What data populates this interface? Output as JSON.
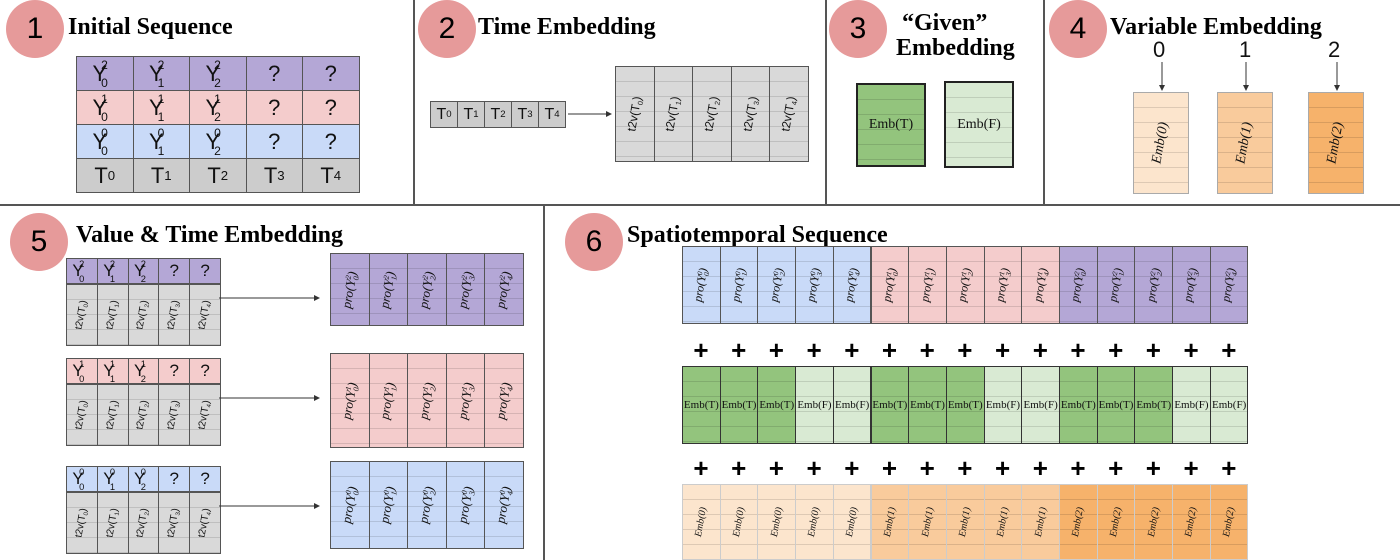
{
  "panels": {
    "p1": {
      "num": "1",
      "title": "Initial Sequence"
    },
    "p2": {
      "num": "2",
      "title": "Time Embedding"
    },
    "p3": {
      "num": "3",
      "title_line1": "“Given”",
      "title_line2": "Embedding"
    },
    "p4": {
      "num": "4",
      "title": "Variable Embedding"
    },
    "p5": {
      "num": "5",
      "title": "Value & Time Embedding"
    },
    "p6": {
      "num": "6",
      "title": "Spatiotemporal Sequence"
    }
  },
  "initial_sequence": {
    "rows": [
      {
        "var": "2",
        "color": "#b4a7d6",
        "cells": [
          "Y_0^2",
          "Y_1^2",
          "Y_2^2",
          "?",
          "?"
        ]
      },
      {
        "var": "1",
        "color": "#f4cccc",
        "cells": [
          "Y_0^1",
          "Y_1^1",
          "Y_2^1",
          "?",
          "?"
        ]
      },
      {
        "var": "0",
        "color": "#c9daf8",
        "cells": [
          "Y_0^0",
          "Y_1^0",
          "Y_2^0",
          "?",
          "?"
        ]
      },
      {
        "var": "T",
        "color": "#cccccc",
        "cells": [
          "T_0",
          "T_1",
          "T_2",
          "T_3",
          "T_4"
        ]
      }
    ],
    "question": "?"
  },
  "time_embedding": {
    "inputs": [
      "T_0",
      "T_1",
      "T_2",
      "T_3",
      "T_4"
    ],
    "outputs": [
      "t2v(T_0)",
      "t2v(T_1)",
      "t2v(T_2)",
      "t2v(T_3)",
      "t2v(T_4)"
    ]
  },
  "given_embedding": {
    "boxes": [
      {
        "label": "Emb(T)",
        "color": "#93c47d"
      },
      {
        "label": "Emb(F)",
        "color": "#d9ead3"
      }
    ]
  },
  "variable_embedding": {
    "indices": [
      "0",
      "1",
      "2"
    ],
    "boxes": [
      {
        "label": "Emb(0)",
        "color": "#fce5cd"
      },
      {
        "label": "Emb(1)",
        "color": "#f9cb9c"
      },
      {
        "label": "Emb(2)",
        "color": "#f6b26b"
      }
    ]
  },
  "value_time_embedding": {
    "groups": [
      {
        "var": "2",
        "color": "#b4a7d6",
        "ycells": [
          "Y_0^2",
          "Y_1^2",
          "Y_2^2",
          "?",
          "?"
        ],
        "outputs": [
          "pro(Y_0^2)",
          "pro(Y_1^2)",
          "pro(Y_2^2)",
          "pro(Y_3^2)",
          "pro(Y_4^2)"
        ]
      },
      {
        "var": "1",
        "color": "#f4cccc",
        "ycells": [
          "Y_0^1",
          "Y_1^1",
          "Y_2^1",
          "?",
          "?"
        ],
        "outputs": [
          "pro(Y_0^1)",
          "pro(Y_1^1)",
          "pro(Y_2^1)",
          "pro(Y_3^1)",
          "pro(Y_4^1)"
        ]
      },
      {
        "var": "0",
        "color": "#c9daf8",
        "ycells": [
          "Y_0^0",
          "Y_1^0",
          "Y_2^0",
          "?",
          "?"
        ],
        "outputs": [
          "pro(Y_0^0)",
          "pro(Y_1^0)",
          "pro(Y_2^0)",
          "pro(Y_3^0)",
          "pro(Y_4^0)"
        ]
      }
    ],
    "t2v": [
      "t2v(T_0)",
      "t2v(T_1)",
      "t2v(T_2)",
      "t2v(T_3)",
      "t2v(T_4)"
    ]
  },
  "spatiotemporal": {
    "row1": [
      {
        "label": "pro(Y_0^0)",
        "color": "#c9daf8"
      },
      {
        "label": "pro(Y_1^0)",
        "color": "#c9daf8"
      },
      {
        "label": "pro(Y_2^0)",
        "color": "#c9daf8"
      },
      {
        "label": "pro(Y_3^0)",
        "color": "#c9daf8"
      },
      {
        "label": "pro(Y_4^0)",
        "color": "#c9daf8"
      },
      {
        "label": "pro(Y_0^1)",
        "color": "#f4cccc"
      },
      {
        "label": "pro(Y_1^1)",
        "color": "#f4cccc"
      },
      {
        "label": "pro(Y_2^1)",
        "color": "#f4cccc"
      },
      {
        "label": "pro(Y_3^1)",
        "color": "#f4cccc"
      },
      {
        "label": "pro(Y_4^1)",
        "color": "#f4cccc"
      },
      {
        "label": "pro(Y_0^2)",
        "color": "#b4a7d6"
      },
      {
        "label": "pro(Y_1^2)",
        "color": "#b4a7d6"
      },
      {
        "label": "pro(Y_2^2)",
        "color": "#b4a7d6"
      },
      {
        "label": "pro(Y_3^2)",
        "color": "#b4a7d6"
      },
      {
        "label": "pro(Y_4^2)",
        "color": "#b4a7d6"
      }
    ],
    "row2": [
      {
        "label": "Emb(T)",
        "color": "#93c47d"
      },
      {
        "label": "Emb(T)",
        "color": "#93c47d"
      },
      {
        "label": "Emb(T)",
        "color": "#93c47d"
      },
      {
        "label": "Emb(F)",
        "color": "#d9ead3"
      },
      {
        "label": "Emb(F)",
        "color": "#d9ead3"
      },
      {
        "label": "Emb(T)",
        "color": "#93c47d"
      },
      {
        "label": "Emb(T)",
        "color": "#93c47d"
      },
      {
        "label": "Emb(T)",
        "color": "#93c47d"
      },
      {
        "label": "Emb(F)",
        "color": "#d9ead3"
      },
      {
        "label": "Emb(F)",
        "color": "#d9ead3"
      },
      {
        "label": "Emb(T)",
        "color": "#93c47d"
      },
      {
        "label": "Emb(T)",
        "color": "#93c47d"
      },
      {
        "label": "Emb(T)",
        "color": "#93c47d"
      },
      {
        "label": "Emb(F)",
        "color": "#d9ead3"
      },
      {
        "label": "Emb(F)",
        "color": "#d9ead3"
      }
    ],
    "row3": [
      {
        "label": "Emb(0)",
        "color": "#fce5cd"
      },
      {
        "label": "Emb(0)",
        "color": "#fce5cd"
      },
      {
        "label": "Emb(0)",
        "color": "#fce5cd"
      },
      {
        "label": "Emb(0)",
        "color": "#fce5cd"
      },
      {
        "label": "Emb(0)",
        "color": "#fce5cd"
      },
      {
        "label": "Emb(1)",
        "color": "#f9cb9c"
      },
      {
        "label": "Emb(1)",
        "color": "#f9cb9c"
      },
      {
        "label": "Emb(1)",
        "color": "#f9cb9c"
      },
      {
        "label": "Emb(1)",
        "color": "#f9cb9c"
      },
      {
        "label": "Emb(1)",
        "color": "#f9cb9c"
      },
      {
        "label": "Emb(2)",
        "color": "#f6b26b"
      },
      {
        "label": "Emb(2)",
        "color": "#f6b26b"
      },
      {
        "label": "Emb(2)",
        "color": "#f6b26b"
      },
      {
        "label": "Emb(2)",
        "color": "#f6b26b"
      },
      {
        "label": "Emb(2)",
        "color": "#f6b26b"
      }
    ],
    "plus": "+"
  }
}
